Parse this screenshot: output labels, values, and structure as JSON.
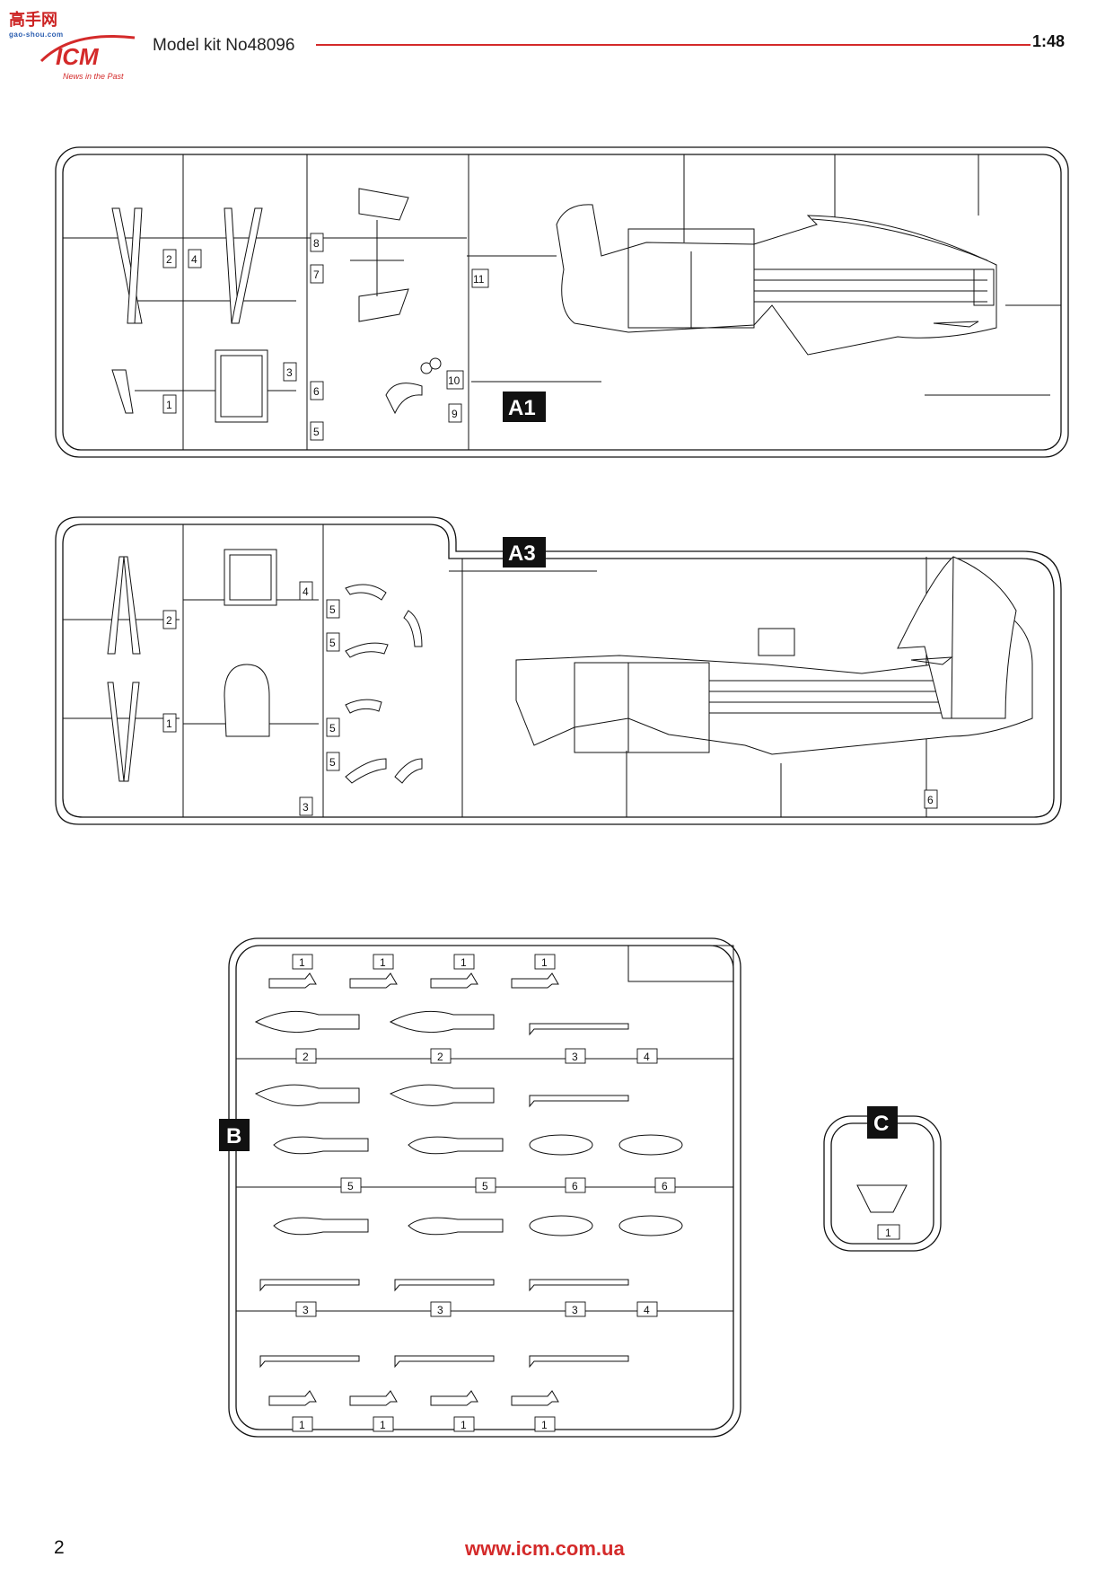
{
  "header": {
    "brand": "ICM",
    "brand_tagline": "News in the Past",
    "watermark_cn": "高手网",
    "watermark_url": "gao-shou.com",
    "kit_title": "Model kit No48096",
    "scale": "1:48",
    "accent_color": "#d42a2a"
  },
  "sprues": {
    "a1": {
      "label": "A1",
      "part_numbers": [
        "1",
        "2",
        "3",
        "4",
        "5",
        "6",
        "7",
        "8",
        "9",
        "10",
        "11"
      ]
    },
    "a3": {
      "label": "A3",
      "part_numbers": [
        "1",
        "2",
        "3",
        "4",
        "5",
        "5",
        "5",
        "5",
        "6"
      ]
    },
    "b": {
      "label": "B",
      "part_numbers": [
        "1",
        "2",
        "3",
        "4",
        "5",
        "6"
      ]
    },
    "c": {
      "label": "C",
      "part_numbers": [
        "1"
      ]
    }
  },
  "footer": {
    "page_number": "2",
    "website": "www.icm.com.ua"
  }
}
